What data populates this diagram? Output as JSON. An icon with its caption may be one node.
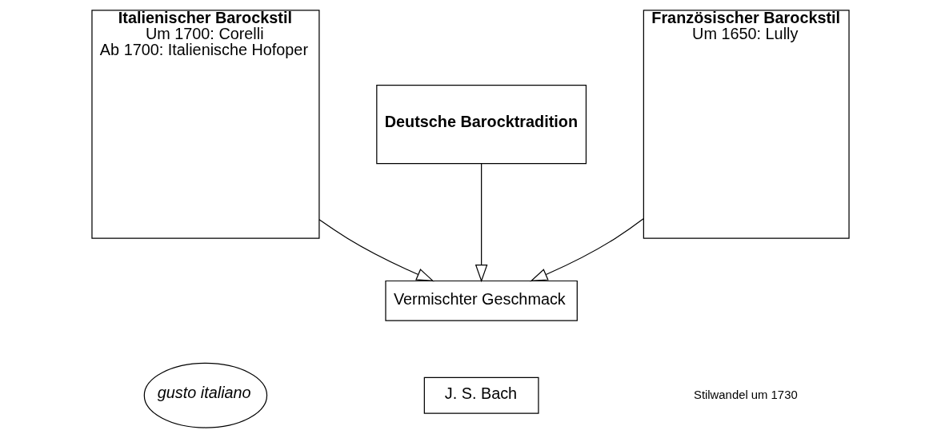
{
  "diagram": {
    "nodes": [
      {
        "text": [
          "Italienischer Barockstil",
          "Um 1700: Corelli",
          "Ab 1700: Italienische Hofoper"
        ]
      },
      {
        "text": [
          "Deutsche Barocktradition"
        ]
      },
      {
        "text": [
          "Französischer Barockstil",
          "Um 1650: Lully"
        ]
      },
      {
        "text": [
          "Vermischter Geschmack"
        ]
      },
      {
        "text": [
          "J. S. Bach"
        ]
      },
      {
        "text": [
          "gusto italiano"
        ]
      }
    ],
    "edges": [
      {
        "from": 0,
        "to": 3,
        "arrow": "to"
      },
      {
        "from": 1,
        "to": 3,
        "arrow": "to"
      },
      {
        "from": 2,
        "to": 3,
        "arrow": "to"
      }
    ],
    "labels": [
      "Stilwandel um 1730"
    ]
  }
}
